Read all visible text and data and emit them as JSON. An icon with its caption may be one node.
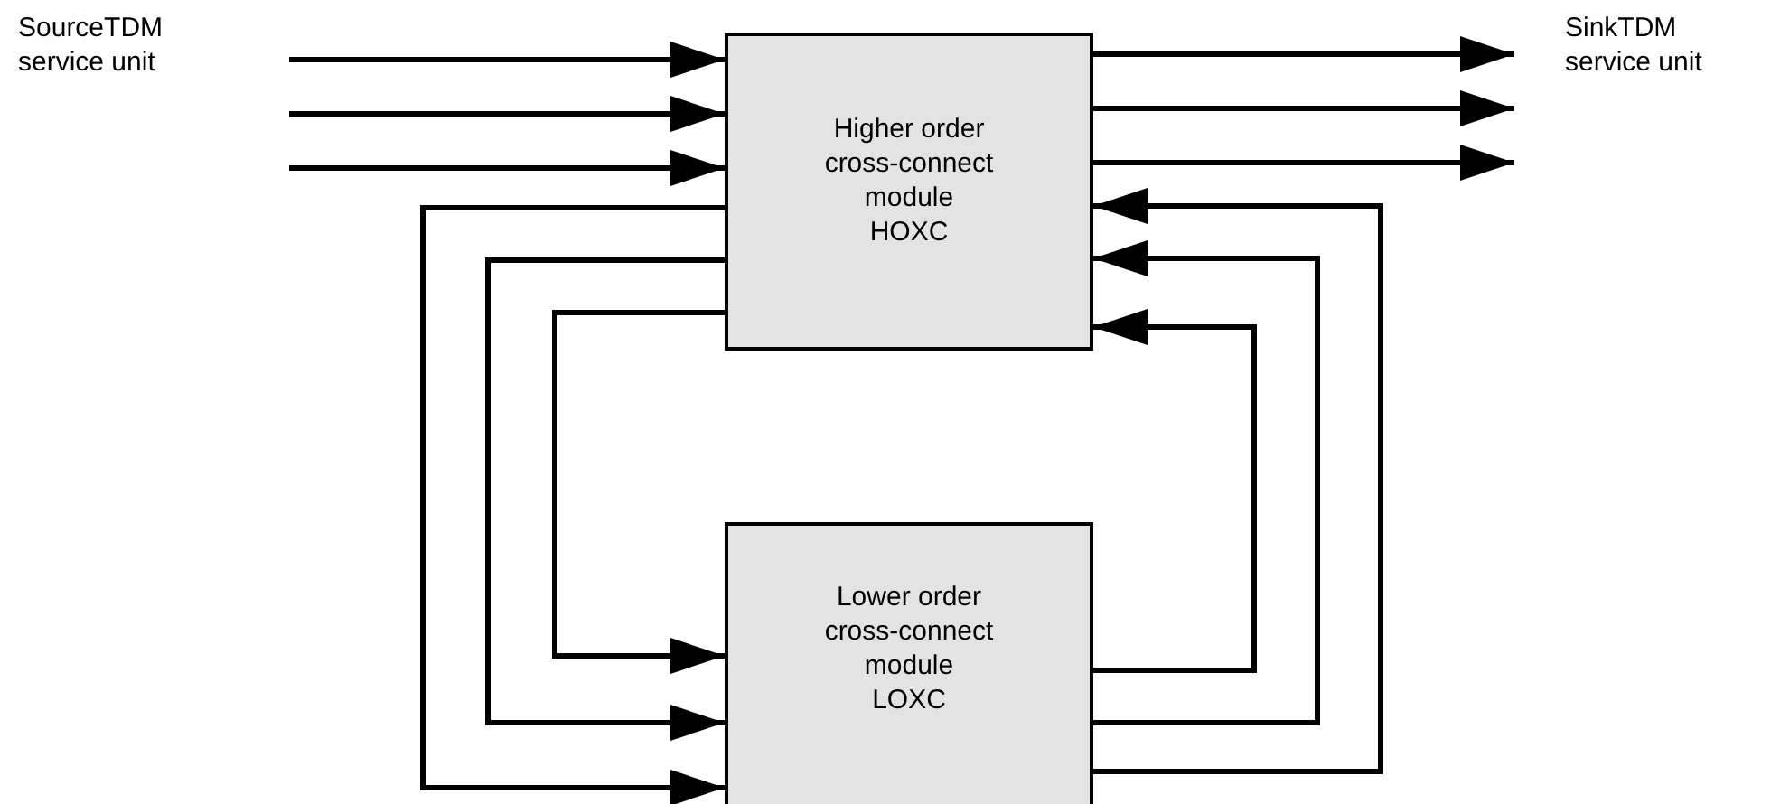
{
  "diagram": {
    "nodes": [
      {
        "text": [
          "Higher order cross-connect module HOXC"
        ]
      },
      {
        "text": [
          "Lower order cross-connect module LOXC"
        ]
      }
    ],
    "edges": [
      {
        "from": null,
        "to": 0,
        "arrow": "to"
      },
      {
        "from": null,
        "to": 0,
        "arrow": "to"
      },
      {
        "from": null,
        "to": 0,
        "arrow": "to"
      },
      {
        "from": 0,
        "to": null,
        "arrow": "to"
      },
      {
        "from": 0,
        "to": null,
        "arrow": "to"
      },
      {
        "from": 0,
        "to": null,
        "arrow": "to"
      },
      {
        "from": 0,
        "to": 1,
        "arrow": "to"
      },
      {
        "from": 0,
        "to": 1,
        "arrow": "to"
      },
      {
        "from": 0,
        "to": 1,
        "arrow": "to"
      },
      {
        "from": 1,
        "to": 0,
        "arrow": "to"
      },
      {
        "from": 1,
        "to": 0,
        "arrow": "to"
      },
      {
        "from": 1,
        "to": 0,
        "arrow": "to"
      }
    ],
    "labels": [
      "SourceTDM service unit",
      "SinkTDM service unit"
    ]
  }
}
